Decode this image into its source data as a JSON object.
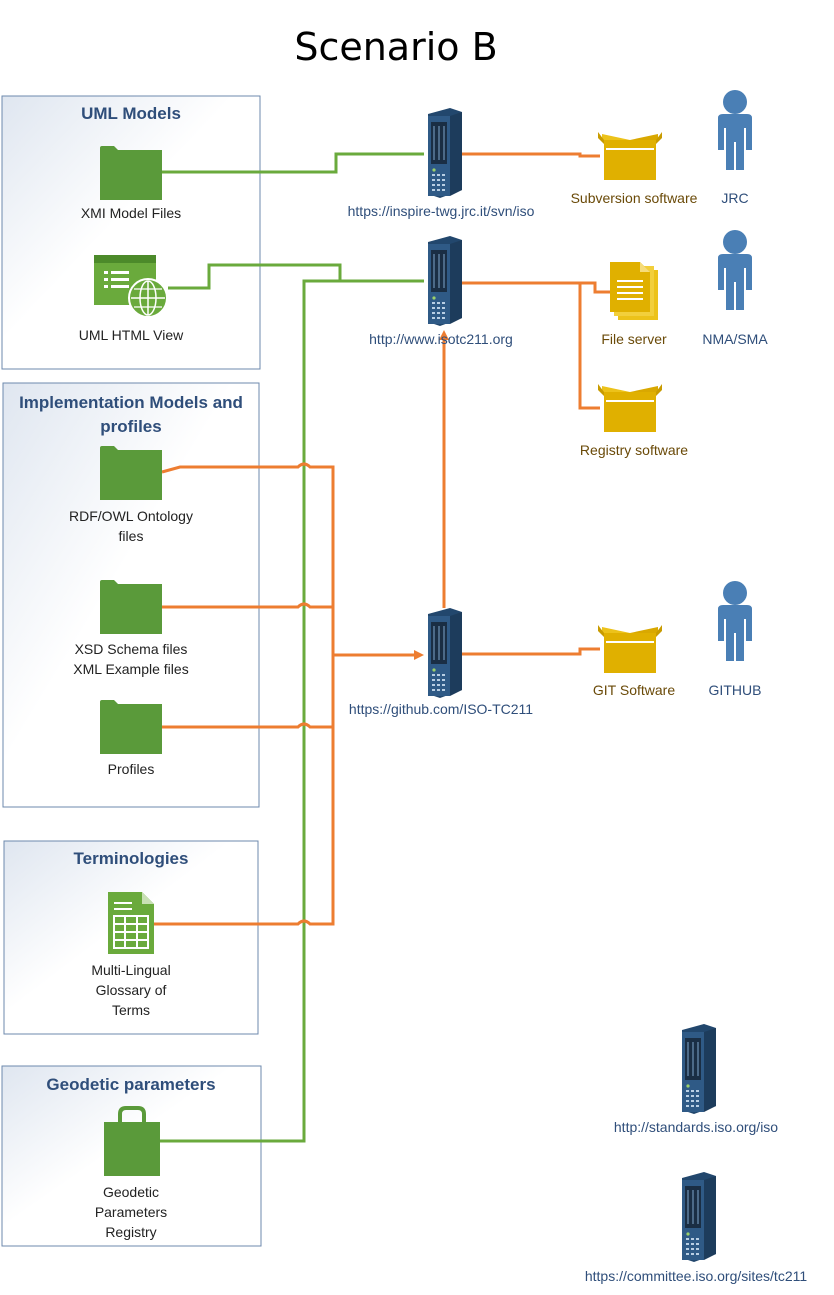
{
  "title": "Scenario B",
  "groups": [
    {
      "id": "uml",
      "title_lines": [
        "UML Models"
      ]
    },
    {
      "id": "impl",
      "title_lines": [
        "Implementation Models and",
        "profiles"
      ]
    },
    {
      "id": "term",
      "title_lines": [
        "Terminologies"
      ]
    },
    {
      "id": "geo",
      "title_lines": [
        "Geodetic parameters"
      ]
    }
  ],
  "files": [
    {
      "id": "xmi",
      "icon": "folder-icon",
      "label_lines": [
        "XMI Model Files"
      ]
    },
    {
      "id": "umlhtml",
      "icon": "web-page-icon",
      "label_lines": [
        "UML HTML View"
      ]
    },
    {
      "id": "rdf",
      "icon": "folder-icon",
      "label_lines": [
        "RDF/OWL Ontology",
        "files"
      ]
    },
    {
      "id": "xsd",
      "icon": "folder-icon",
      "label_lines": [
        "XSD Schema files",
        "XML Example files"
      ]
    },
    {
      "id": "profiles",
      "icon": "folder-icon",
      "label_lines": [
        "Profiles"
      ]
    },
    {
      "id": "glossary",
      "icon": "spreadsheet-icon",
      "label_lines": [
        "Multi-Lingual",
        "Glossary of",
        "Terms"
      ]
    },
    {
      "id": "geodetic",
      "icon": "bag-icon",
      "label_lines": [
        "Geodetic",
        "Parameters",
        "Registry"
      ]
    }
  ],
  "servers": [
    {
      "id": "svn",
      "label": "https://inspire-twg.jrc.it/svn/iso"
    },
    {
      "id": "isotc",
      "label": "http://www.isotc211.org"
    },
    {
      "id": "github",
      "label": "https://github.com/ISO-TC211"
    },
    {
      "id": "standards",
      "label": "http://standards.iso.org/iso"
    },
    {
      "id": "committee",
      "label": "https://committee.iso.org/sites/tc211"
    }
  ],
  "software": [
    {
      "id": "subversion",
      "icon": "box-icon",
      "label": "Subversion software"
    },
    {
      "id": "fileserver",
      "icon": "documents-icon",
      "label": "File server"
    },
    {
      "id": "registry",
      "icon": "box-icon",
      "label": "Registry software"
    },
    {
      "id": "git",
      "icon": "box-icon",
      "label": "GIT Software"
    }
  ],
  "operators": [
    {
      "id": "jrc",
      "icon": "person-icon",
      "label": "JRC"
    },
    {
      "id": "nma",
      "icon": "person-icon",
      "label": "NMA/SMA"
    },
    {
      "id": "githubop",
      "icon": "person-icon",
      "label": "GITHUB"
    }
  ],
  "colors": {
    "green": "#6aaa3c",
    "orange": "#ed7d31",
    "folder": "#5a9a3a",
    "server": "#2f5a86",
    "person": "#4a7fb5",
    "box": "#e0b000",
    "group_title": "#2f4e7a"
  }
}
